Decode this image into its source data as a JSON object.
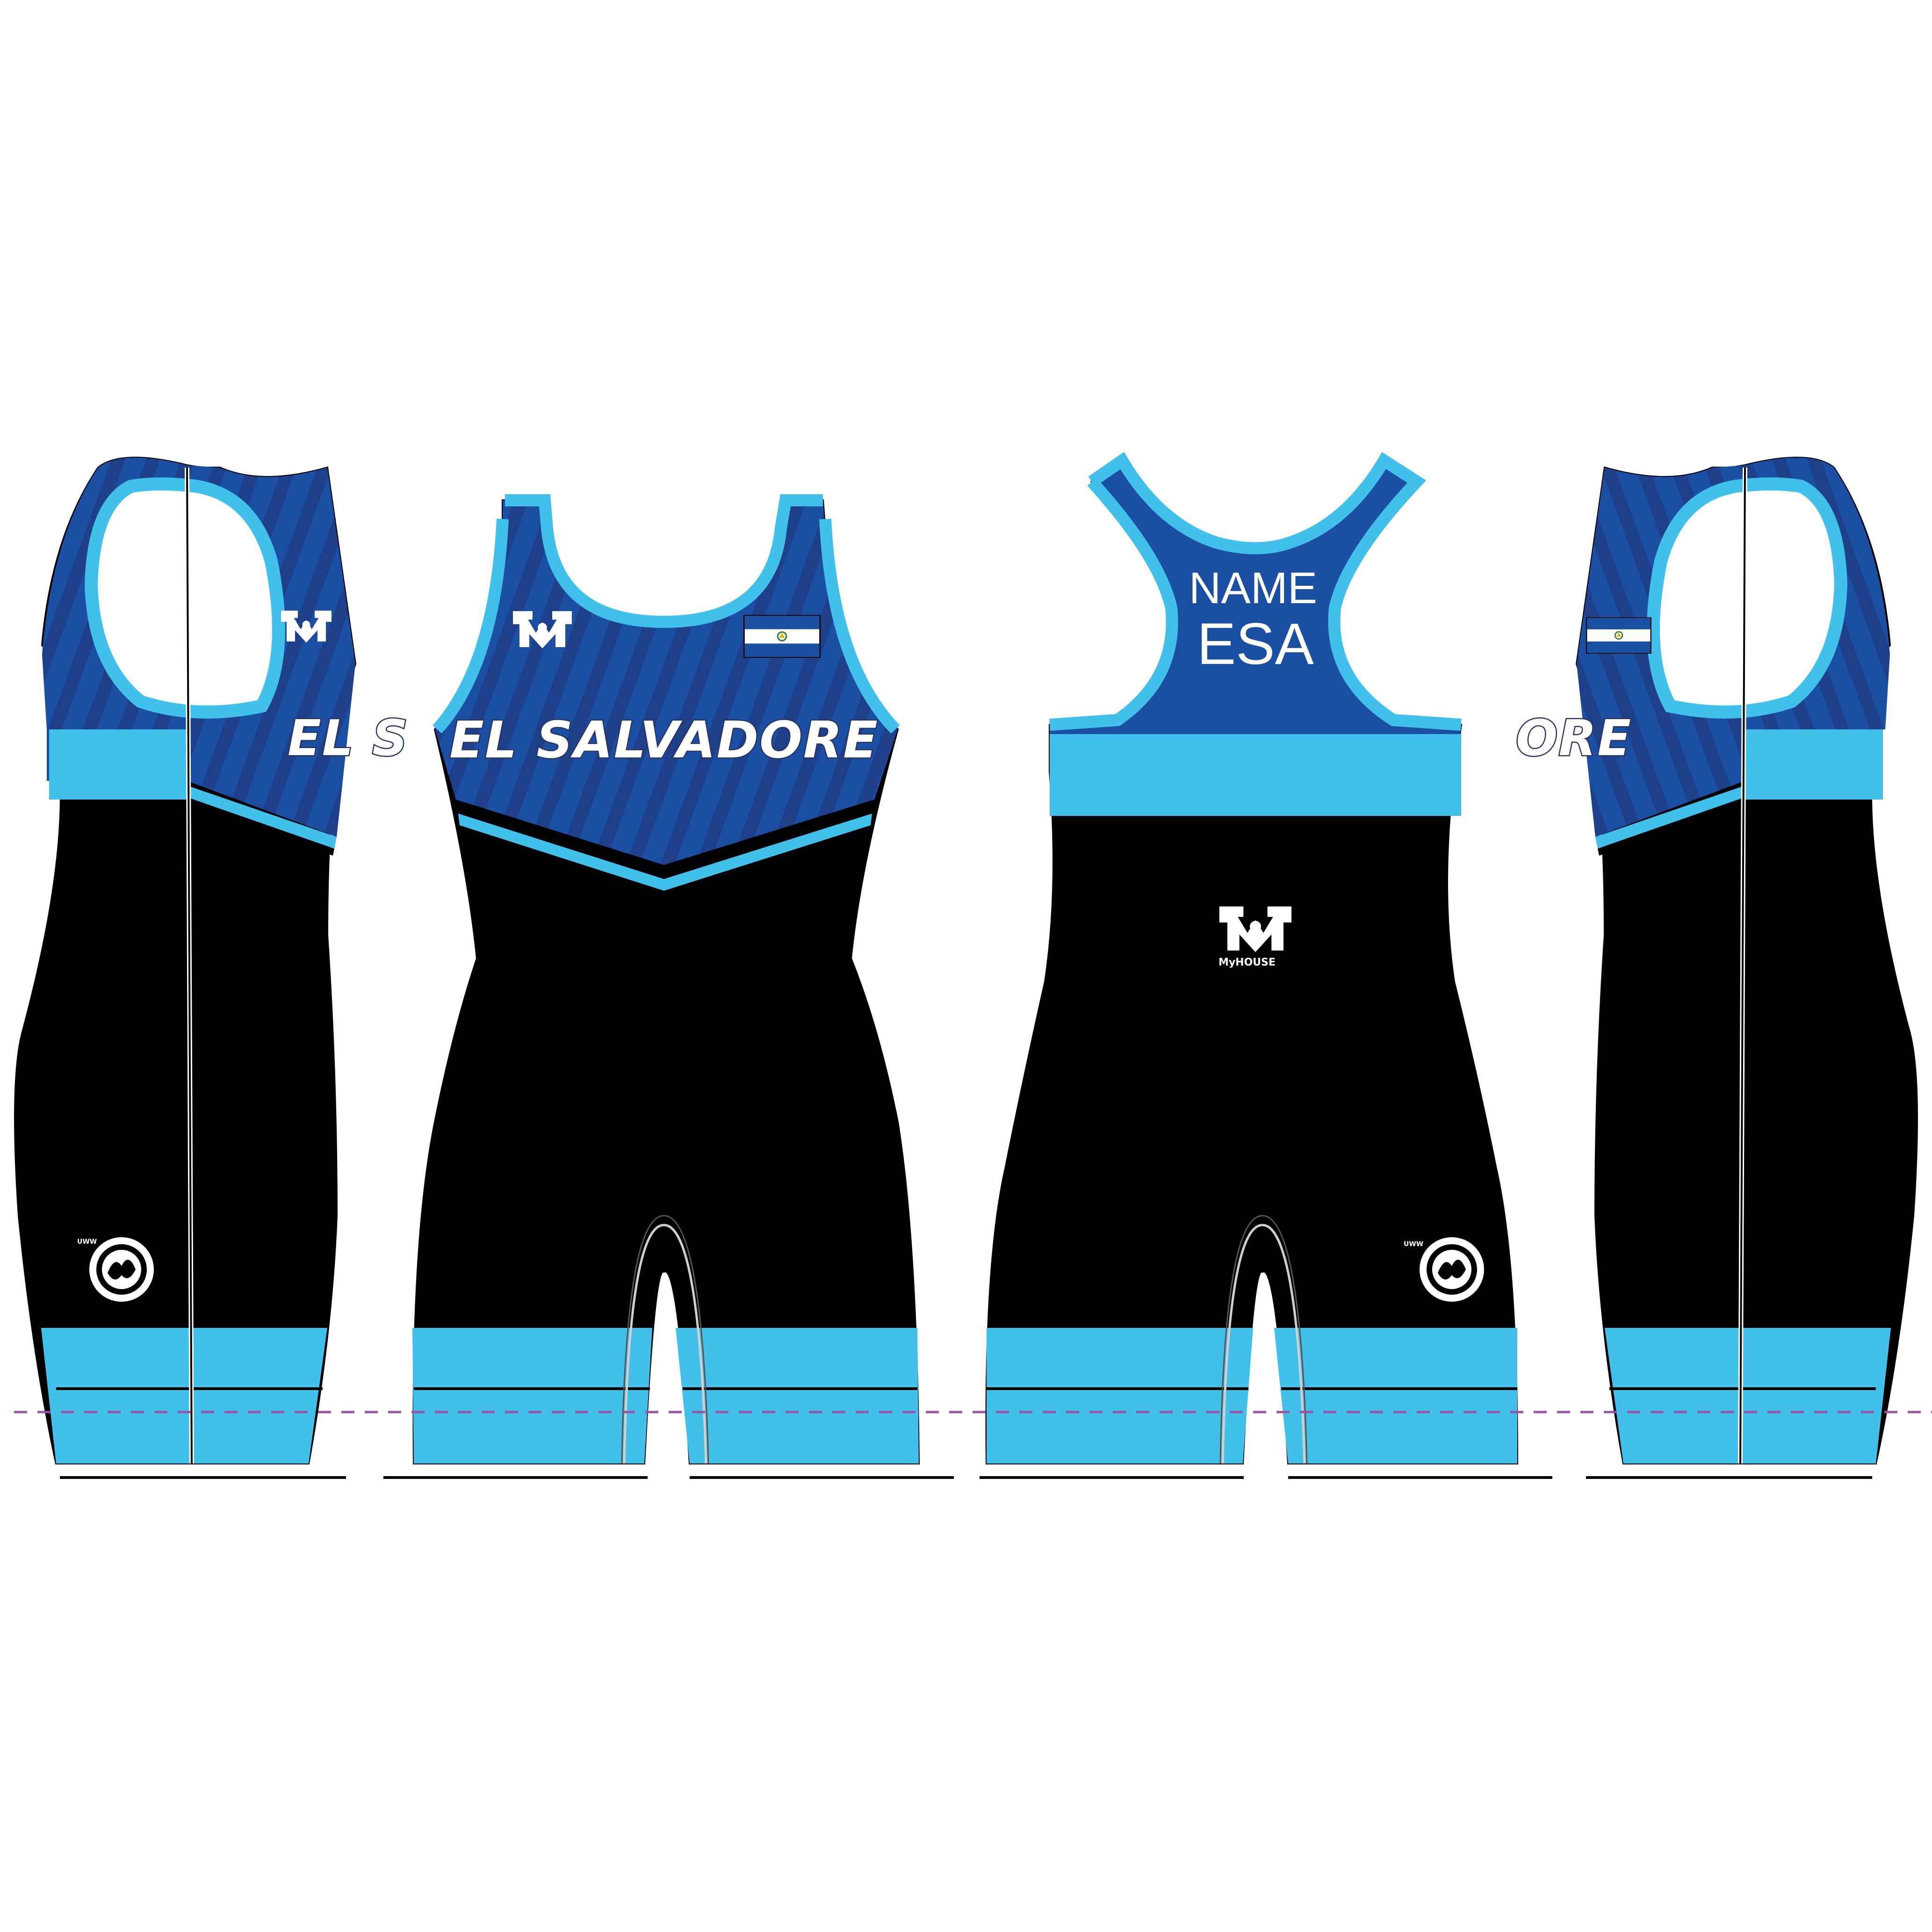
{
  "colors": {
    "royal_blue": "#1a4fa3",
    "sky_blue": "#42c0ec",
    "black": "#000000",
    "guide_line": "#9b4fa5",
    "white": "#ffffff"
  },
  "views": [
    {
      "name": "left-side-view"
    },
    {
      "name": "front-view"
    },
    {
      "name": "back-view"
    },
    {
      "name": "right-side-view"
    }
  ],
  "front": {
    "team_name": "EL SALVADORE",
    "flag": "el-salvador-flag",
    "logo": "myhouse-logo"
  },
  "back": {
    "name_label": "NAME",
    "country_code": "ESA",
    "brand_label": "MyHOUSE",
    "logo": "myhouse-logo"
  },
  "side_left": {
    "team_name_partial": "EL S"
  },
  "side_right": {
    "team_name_partial": "ORE"
  },
  "icons": {
    "brand_logo": "myhouse-logo-icon",
    "badge": "uww-badge-icon",
    "flag": "el-salvador-flag-icon"
  }
}
